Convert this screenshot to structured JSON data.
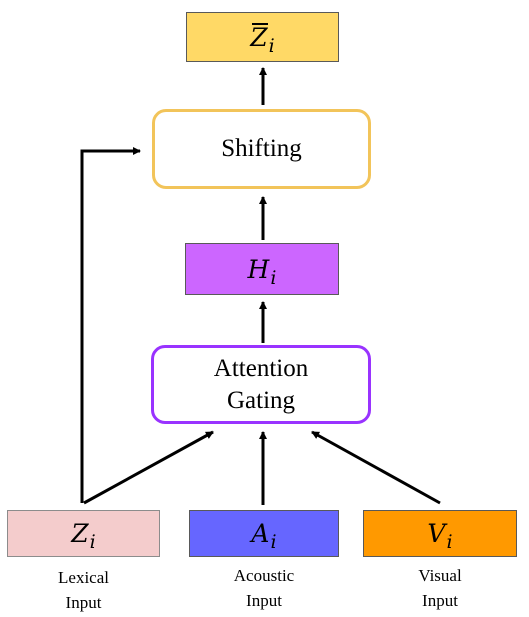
{
  "nodes": {
    "z_bar": {
      "symbol": "Z",
      "subscript": "i",
      "color": "#FFD966"
    },
    "shifting": {
      "label": "Shifting",
      "border_color": "#F2C45A"
    },
    "h": {
      "symbol": "H",
      "subscript": "i",
      "color": "#CC66FF"
    },
    "attention_gating": {
      "line1": "Attention",
      "line2": "Gating",
      "border_color": "#9933FF"
    },
    "z": {
      "symbol": "Z",
      "subscript": "i",
      "color": "#F4CCCC",
      "caption_line1": "Lexical",
      "caption_line2": "Input"
    },
    "a": {
      "symbol": "A",
      "subscript": "i",
      "color": "#6666FF",
      "caption_line1": "Acoustic",
      "caption_line2": "Input"
    },
    "v": {
      "symbol": "V",
      "subscript": "i",
      "color": "#FF9900",
      "caption_line1": "Visual",
      "caption_line2": "Input"
    }
  },
  "edges": [
    {
      "from": "z",
      "to": "attention_gating"
    },
    {
      "from": "a",
      "to": "attention_gating"
    },
    {
      "from": "v",
      "to": "attention_gating"
    },
    {
      "from": "attention_gating",
      "to": "h"
    },
    {
      "from": "h",
      "to": "shifting"
    },
    {
      "from": "z",
      "to": "shifting"
    },
    {
      "from": "shifting",
      "to": "z_bar"
    }
  ]
}
